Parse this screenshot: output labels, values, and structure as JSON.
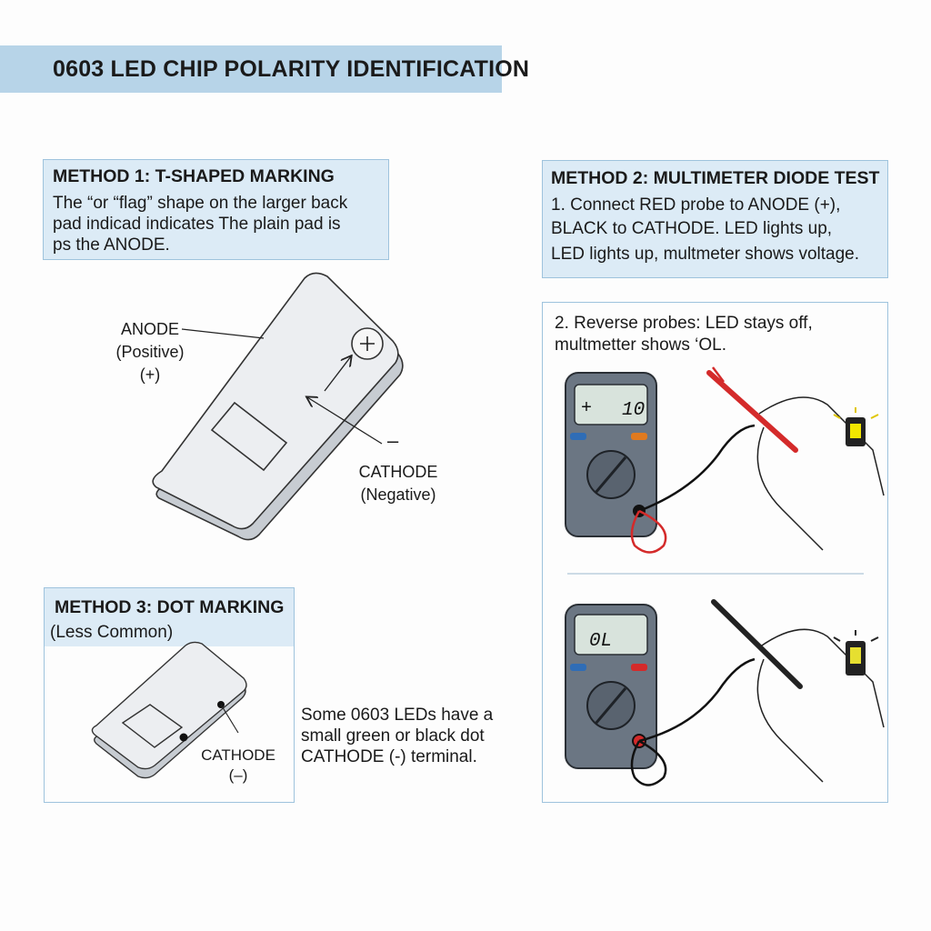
{
  "title": "0603 LED CHIP POLARITY IDENTIFICATION",
  "method1": {
    "heading": "METHOD 1: T-SHAPED MARKING",
    "lines": [
      "The “or “flag” shape on the larger back",
      "pad indicad indicates The plain pad is",
      "ps the ANODE."
    ],
    "anode_label": [
      "ANODE",
      "(Positive)",
      "(+)"
    ],
    "cathode_label": [
      "CATHODE",
      "(Negative)"
    ],
    "plus_symbol": "+",
    "minus_symbol": "–"
  },
  "method2": {
    "heading": "METHOD 2: MULTIMETER DIODE TEST",
    "step1_lines": [
      "1. Connect RED probe to ANODE (+),",
      "BLACK to CATHODE. LED lights up,",
      "LED lights up, multmeter shows voltage."
    ],
    "step2_lines": [
      "2. Reverse probes: LED stays off,",
      "multmetter shows ‘OL."
    ],
    "meter1_display": {
      "sign": "+",
      "value": "10"
    },
    "meter2_display": {
      "value": "0L"
    }
  },
  "method3": {
    "heading": "METHOD 3: DOT MARKING",
    "subheading": "(Less Common)",
    "cathode_label": [
      "CATHODE",
      "(–)"
    ],
    "side_lines": [
      "Some 0603 LEDs have a",
      "small green or black dot",
      "CATHODE (-) terminal."
    ]
  },
  "colors": {
    "title_bar": "#b7d4e8",
    "box_border": "#9ec3dd",
    "box_head": "#dcebf6",
    "meter_body": "#6b7683",
    "lcd": "#d8e3dc",
    "probe_red": "#d42a2a",
    "led_yellow": "#f2e600"
  }
}
